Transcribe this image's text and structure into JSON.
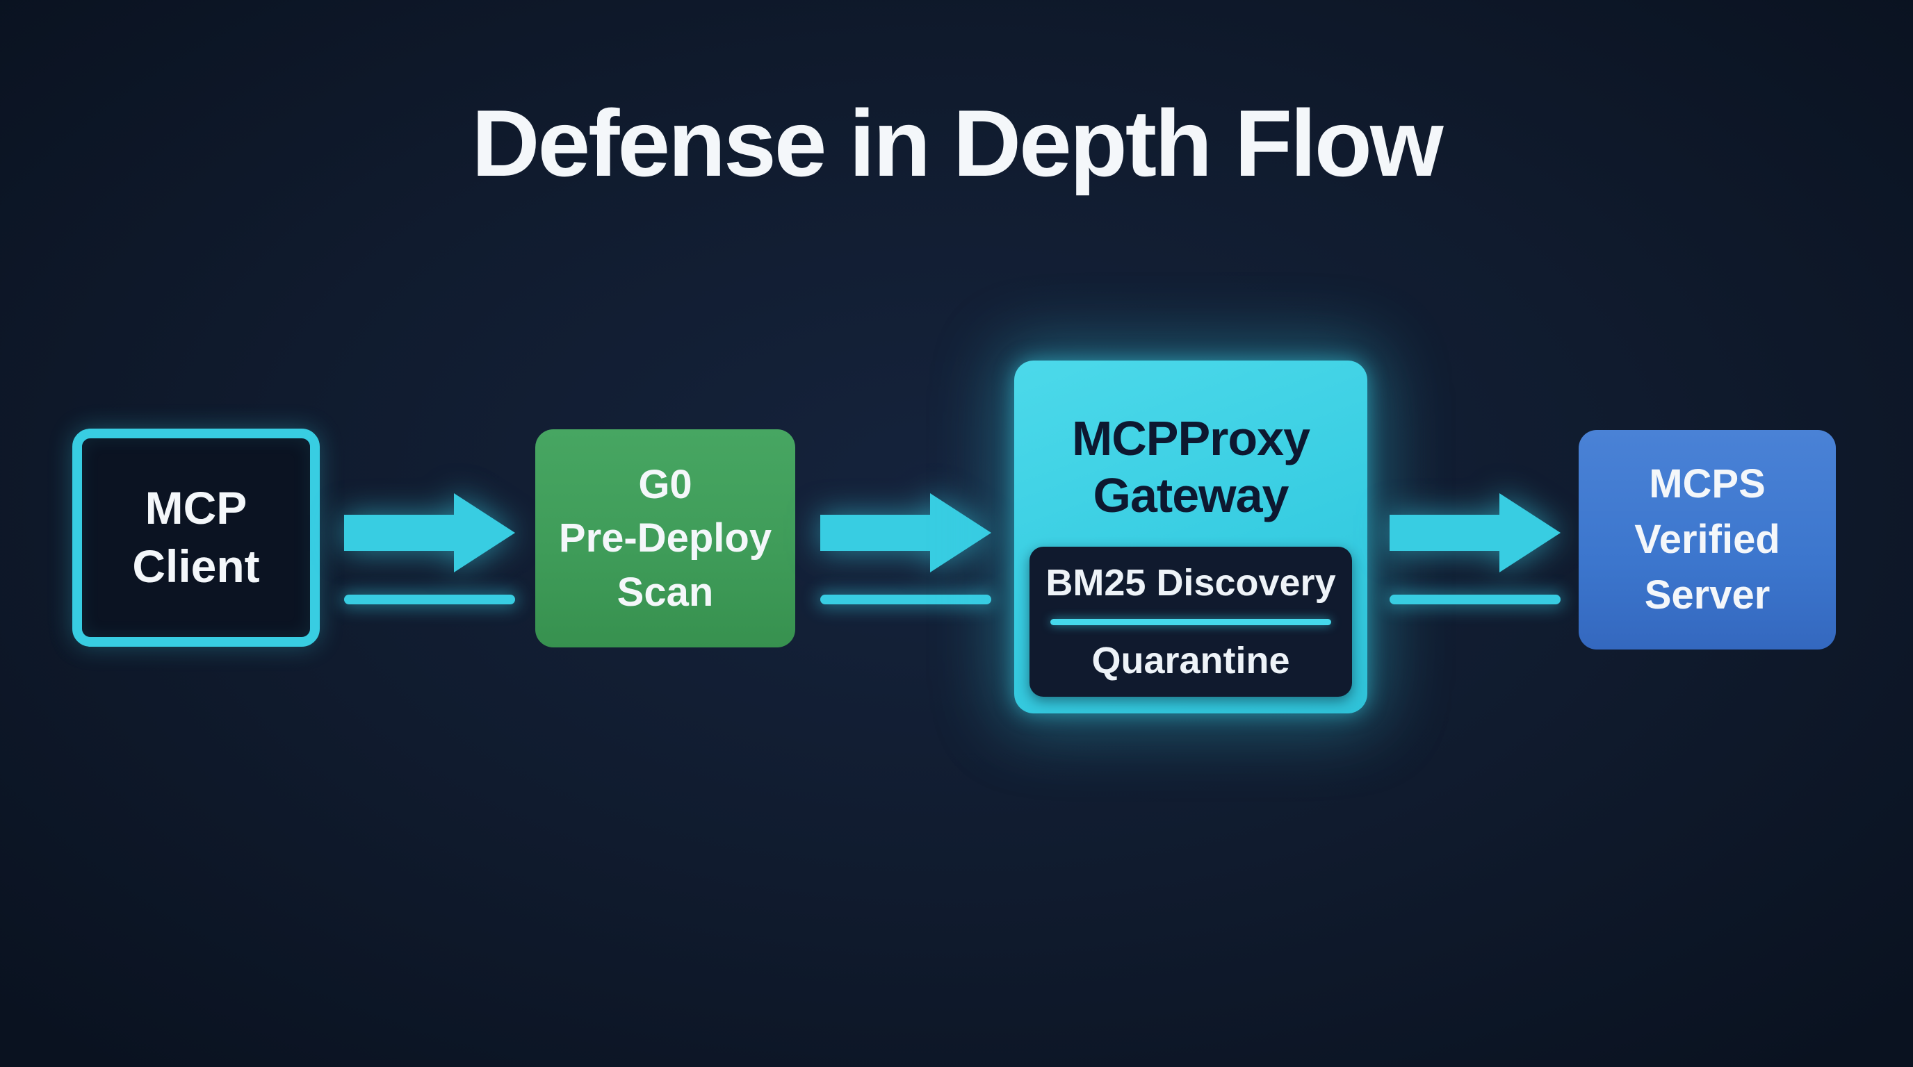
{
  "title": "Defense in Depth Flow",
  "nodes": {
    "client": {
      "lines": [
        "MCP",
        "Client"
      ]
    },
    "scan": {
      "lines": [
        "G0",
        "Pre-Deploy",
        "Scan"
      ]
    },
    "gateway": {
      "title_lines": [
        "MCPProxy",
        "Gateway"
      ],
      "modules": [
        {
          "label": "BM25 Discovery"
        },
        {
          "label": "Quarantine"
        }
      ]
    },
    "server": {
      "lines": [
        "MCPS",
        "Verified",
        "Server"
      ]
    }
  },
  "connectors": [
    {
      "from": "client",
      "to": "scan",
      "type": "arrow-right-with-line"
    },
    {
      "from": "scan",
      "to": "gateway",
      "type": "arrow-right-with-line"
    },
    {
      "from": "gateway",
      "to": "server",
      "type": "arrow-right-with-line"
    }
  ],
  "colors": {
    "bg": "#101b2e",
    "bg-center": "#15233c",
    "bg-edge": "#0a1220",
    "cyan": "#38cde2",
    "cyan-bright": "#45d9ec",
    "green": "#3f9c59",
    "blue": "#3c76cd",
    "node-dark": "#0b1322",
    "inner-dark": "#101a2e",
    "text-light": "#f4f7fa",
    "text-dark": "#0d1830"
  }
}
